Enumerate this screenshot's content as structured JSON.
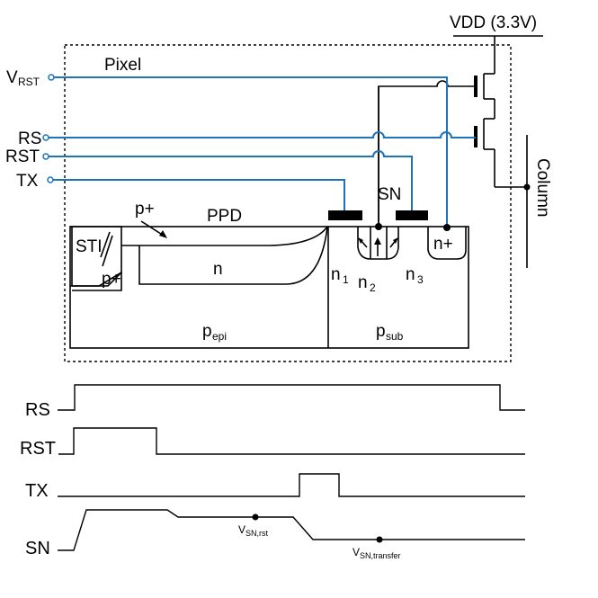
{
  "supply_label": "VDD (3.3V)",
  "pixel_label": "Pixel",
  "column_label": "Column",
  "inputs": {
    "vrst_main": "V",
    "vrst_sub": "RST",
    "rs": "RS",
    "rst": "RST",
    "tx": "TX"
  },
  "device": {
    "sn": "SN",
    "ppd": "PPD",
    "p_plus_top": "p+",
    "sti": "STI",
    "p_plus_side": "p+",
    "n_region": "n",
    "n_plus": "n+",
    "n1_main": "n",
    "n1_sub": "1",
    "n2_main": "n",
    "n2_sub": "2",
    "n3_main": "n",
    "n3_sub": "3",
    "pepi_main": "p",
    "pepi_sub": "epi",
    "psub_main": "p",
    "psub_sub": "sub"
  },
  "waveforms": {
    "rs": "RS",
    "rst": "RST",
    "tx": "TX",
    "sn": "SN",
    "v_sn_rst_main": "V",
    "v_sn_rst_sub": "SN,rst",
    "v_sn_transfer_main": "V",
    "v_sn_transfer_sub": "SN,transfer"
  },
  "colors": {
    "wire": "#1f74b8",
    "ink": "#000000",
    "gate": "#000000"
  }
}
